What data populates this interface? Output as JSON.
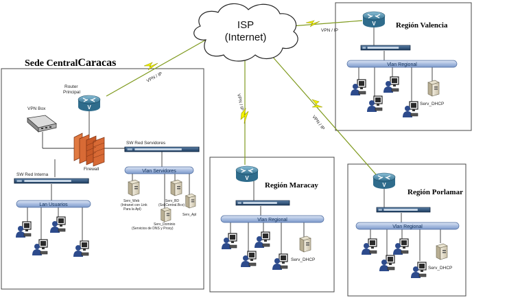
{
  "isp": {
    "line1": "ISP",
    "line2": "(Internet)"
  },
  "links": {
    "vpn_label": "VPN / IP"
  },
  "headquarters": {
    "title_part1": "Sede Central",
    "title_part2": "Caracas",
    "router_label_1": "Router",
    "router_label_2": "Principal",
    "vpn_box_label": "VPN Box",
    "firewall_label": "Firewall",
    "sw_servers_label": "SW Red Servidores",
    "vlan_servers_label": "Vlan Servidores",
    "sw_internal_label": "SW Red Interna",
    "lan_users_label": "Lan Usuarios",
    "servers": {
      "web_name": "Serv_Web",
      "web_desc1": "(Intranet con Link",
      "web_desc2": "Para la Apl)",
      "bd_name": "Serv_BD",
      "bd_desc": "(Sol.Central.Bco)",
      "apl_name": "Serv_Apl",
      "domain_name": "Serv_Dominio",
      "domain_desc": "(Servicios de DNS y Proxy)"
    }
  },
  "regions": {
    "valencia": {
      "title": "Región Valencia",
      "vlan": "Vlan Regional",
      "server": "Serv_DHCP"
    },
    "maracay": {
      "title": "Región Maracay",
      "vlan": "Vlan Regional",
      "server": "Serv_DHCP"
    },
    "porlamar": {
      "title_part1": "Región ",
      "title_part2": "Porlamar",
      "vlan": "Vlan Regional",
      "server": "Serv_DHCP"
    }
  },
  "colors": {
    "lightning_green": "#7f9a1e",
    "lightning_yellow": "#f3f300",
    "router_blue": "#5a95b0",
    "vlan_bar": "#b3c6e4",
    "firewall_red": "#d86a35"
  }
}
